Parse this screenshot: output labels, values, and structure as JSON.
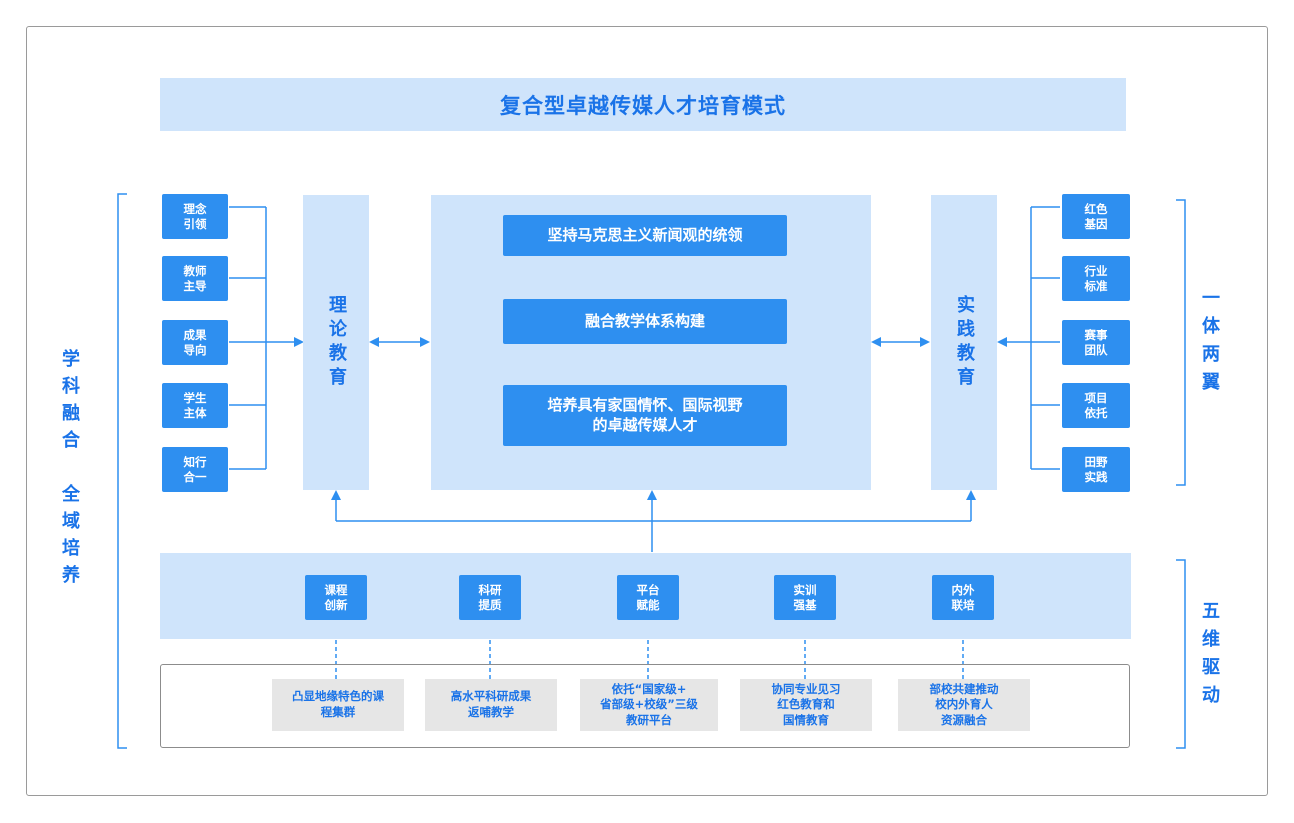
{
  "title": "复合型卓越传媒人才培育模式",
  "left_side_label": "学\n科\n融\n合\n\n全\n域\n培\n养",
  "right_labels": {
    "top": "一\n体\n两\n翼",
    "bottom": "五\n维\n驱\n动"
  },
  "left_items": [
    "理念\n引领",
    "教师\n主导",
    "成果\n导向",
    "学生\n主体",
    "知行\n合一"
  ],
  "right_items": [
    "红色\n基因",
    "行业\n标准",
    "赛事\n团队",
    "项目\n依托",
    "田野\n实践"
  ],
  "theory_label": "理论教育",
  "practice_label": "实践教育",
  "core": [
    "坚持马克思主义新闻观的统领",
    "融合教学体系构建",
    "培养具有家国情怀、国际视野\n的卓越传媒人才"
  ],
  "drivers": [
    "课程\n创新",
    "科研\n提质",
    "平台\n赋能",
    "实训\n强基",
    "内外\n联培"
  ],
  "foundations": [
    "凸显地缘特色的课\n程集群",
    "高水平科研成果\n返哺教学",
    "依托“国家级+\n省部级+校级”三级\n教研平台",
    "协同专业见习\n红色教育和\n国情教育",
    "部校共建推动\n校内外育人\n资源融合"
  ],
  "colors": {
    "primary": "#2e8ff0",
    "band": "#cfe4fb",
    "text": "#1a73e8",
    "gray": "#e6e6e6"
  }
}
